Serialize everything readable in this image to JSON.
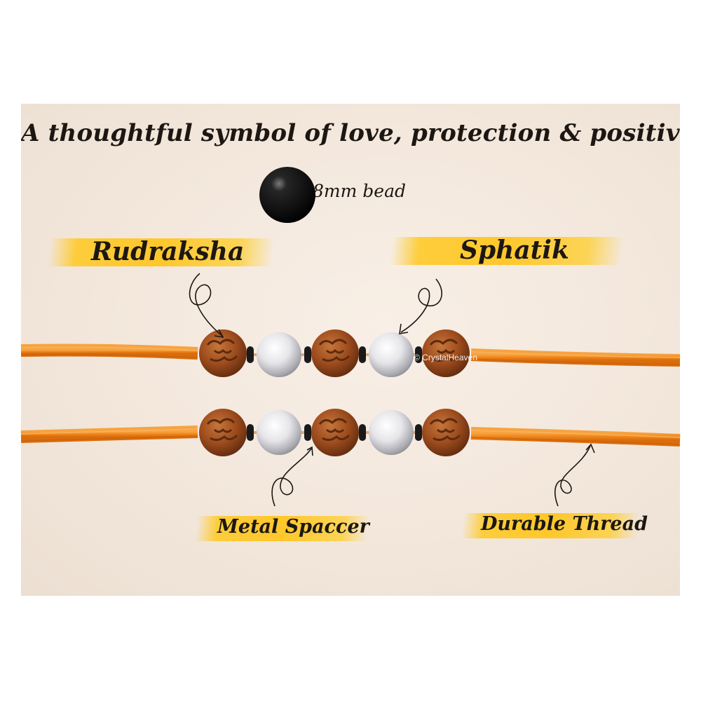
{
  "headline": "A thoughtful symbol of love, protection & positivity",
  "bead_note": "8mm bead",
  "labels": {
    "rudraksha": "Rudraksha",
    "sphatik": "Sphatik",
    "spacer": "Metal Spaccer",
    "thread": "Durable Thread"
  },
  "watermark": "© CrystalHeaven",
  "colors": {
    "thread": "#f0891e",
    "rudraksha": "#9c4b1d",
    "sphatik": "#e9e9ec",
    "spacer": "#1a1a1a",
    "highlight": "#ffc61a"
  }
}
